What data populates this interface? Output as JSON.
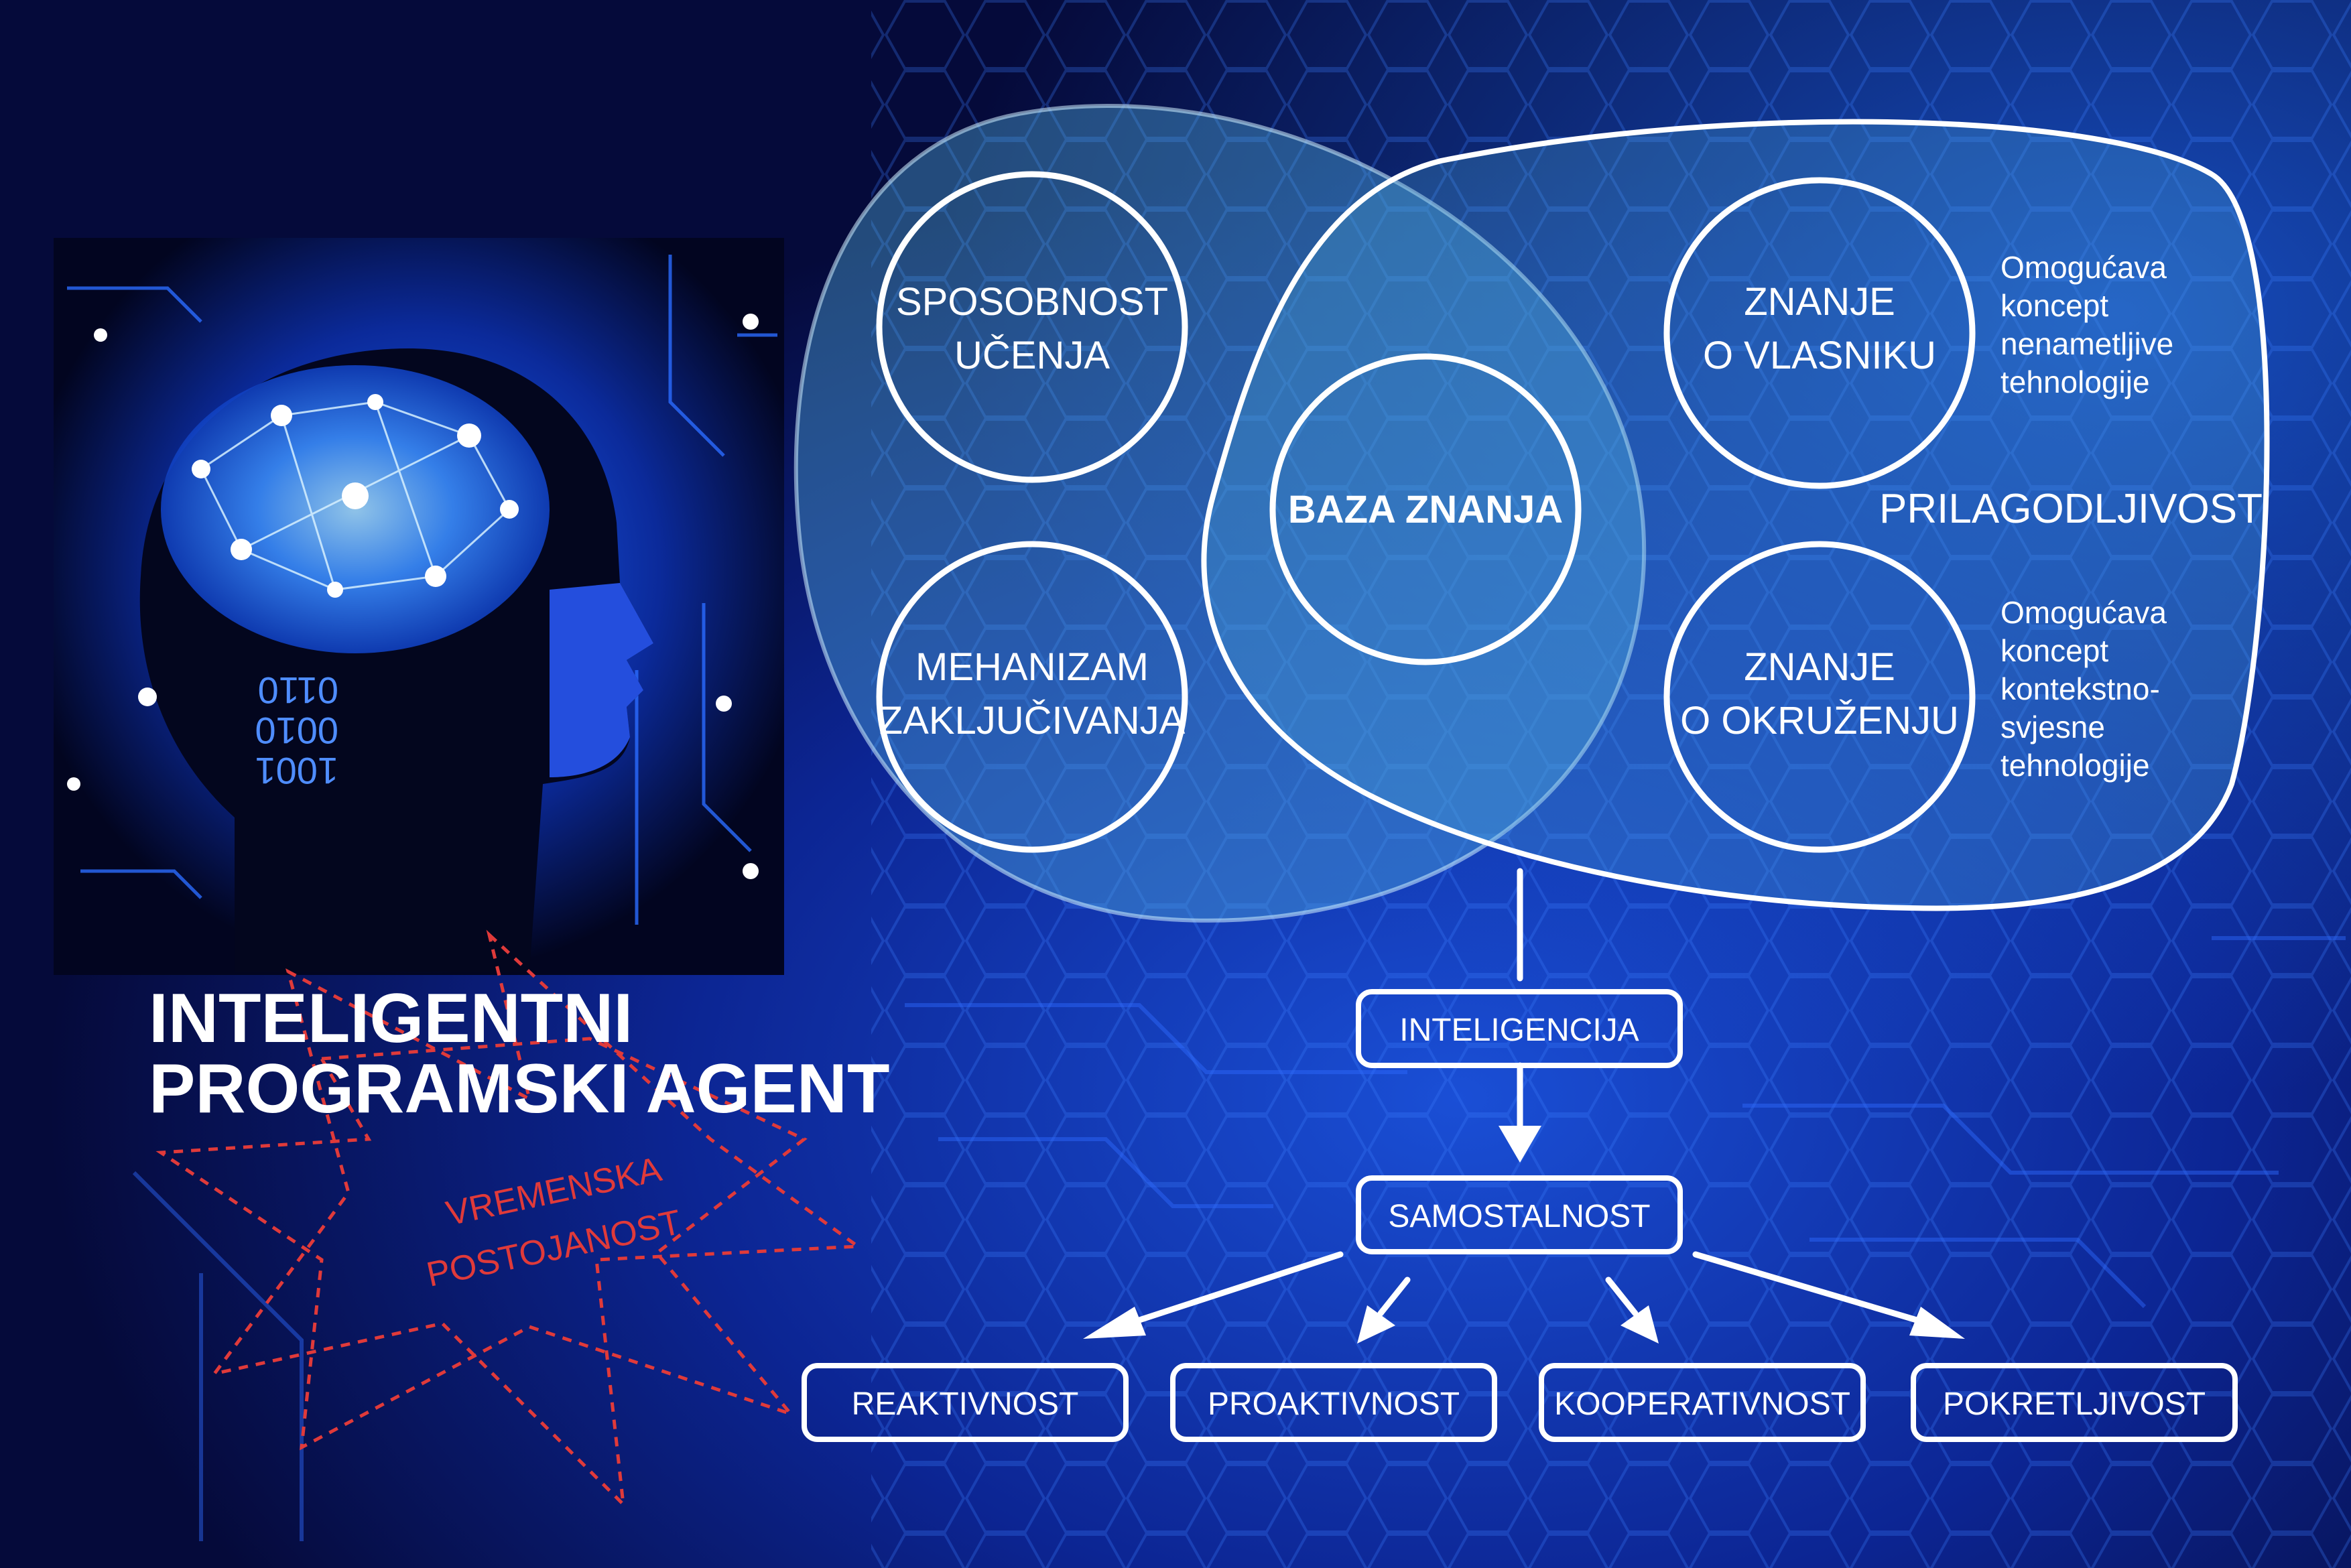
{
  "title": {
    "line1": "INTELIGENTNI",
    "line2": "PROGRAMSKI AGENT"
  },
  "star_label": {
    "line1": "VREMENSKA",
    "line2": "POSTOJANOST"
  },
  "left_blob": {
    "circles": [
      {
        "line1": "SPOSOBNOST",
        "line2": "UČENJA"
      },
      {
        "line1": "MEHANIZAM",
        "line2": "ZAKLJUČIVANJA"
      }
    ]
  },
  "center_circle": {
    "label": "BAZA ZNANJA"
  },
  "right_blob": {
    "label": "PRILAGODLJIVOST",
    "circles": [
      {
        "line1": "ZNANJE",
        "line2": "O VLASNIKU"
      },
      {
        "line1": "ZNANJE",
        "line2": "O OKRUŽENJU"
      }
    ],
    "note_top": [
      "Omogućava",
      "koncept",
      "nenametljive",
      "tehnologije"
    ],
    "note_bottom": [
      "Omogućava",
      "koncept",
      "kontekstno-",
      "svjesne",
      "tehnologije"
    ]
  },
  "flow": {
    "inteligencija": "INTELIGENCIJA",
    "samostalnost": "SAMOSTALNOST",
    "leaves": [
      "REAKTIVNOST",
      "PROAKTIVNOST",
      "KOOPERATIVNOST",
      "POKRETLJIVOST"
    ]
  },
  "brain_binary": [
    "0110",
    "0010",
    "1001"
  ],
  "colors": {
    "background": "#050a3a",
    "accent_blue": "#1e63ff",
    "blob_fill": "#3f9bc8",
    "star_red": "#e03a3a",
    "text": "#ffffff"
  },
  "icons": [
    "brain-head-illustration",
    "arrow-down",
    "arrow-diagonal"
  ]
}
